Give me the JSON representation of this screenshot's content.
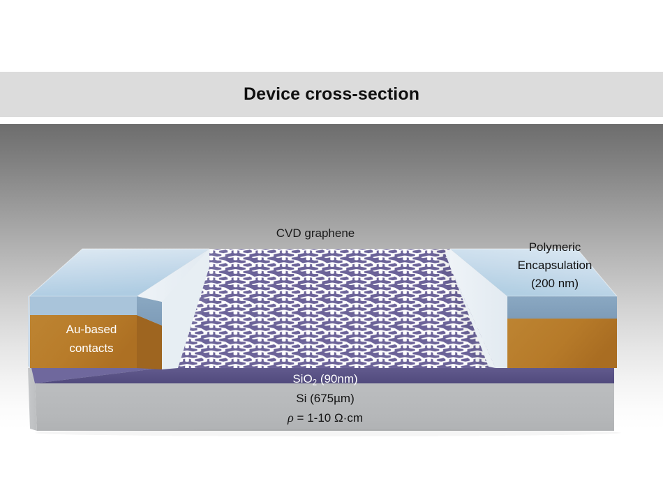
{
  "title": {
    "text": "Device cross-section"
  },
  "figure": {
    "labels": {
      "graphene": "CVD graphene",
      "polymer_line1": "Polymeric",
      "polymer_line2": "Encapsulation",
      "polymer_line3": "(200 nm)",
      "contacts_line1": "Au-based",
      "contacts_line2": "contacts",
      "oxide_pre": "SiO",
      "oxide_sub": "2",
      "oxide_post": " (90nm)",
      "substrate": "Si (675µm)",
      "resistivity_symbol": "ρ",
      "resistivity_value": " = 1-10 Ω·cm"
    },
    "colors": {
      "title_bar": "#dcdcdc",
      "background_top": "#6d6d6d",
      "background_bottom": "#ffffff",
      "polymer_top": "#c6dced",
      "polymer_front": "#eef2f5",
      "polymer_side": "#7e9cb8",
      "gold_contact": "#b8782a",
      "graphene_purple": "#685f94",
      "graphene_lattice": "#ffffff",
      "oxide_purple": "#5a5488",
      "silicon_gray": "#b9bbbd"
    },
    "layer_stack": [
      "Polymeric Encapsulation (200 nm)",
      "Au-based contacts",
      "CVD graphene",
      "SiO2 (90nm)",
      "Si (675µm)"
    ]
  }
}
